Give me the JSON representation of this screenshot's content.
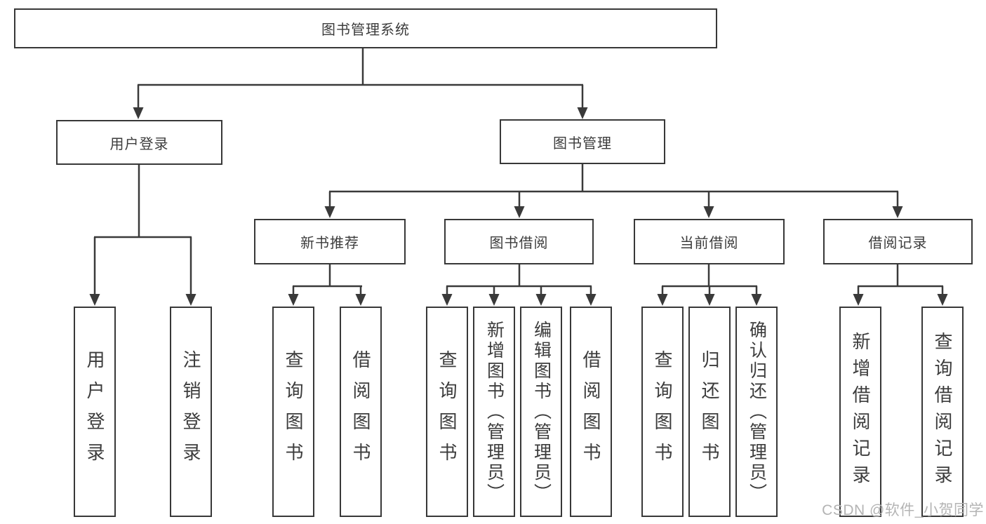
{
  "diagram": {
    "type": "hierarchy-tree",
    "line_color": "#3a3a3a",
    "tree": {
      "label": "图书管理系统",
      "children": [
        {
          "label": "用户登录",
          "children": [
            {
              "label": "用户登录"
            },
            {
              "label": "注销登录"
            }
          ]
        },
        {
          "label": "图书管理",
          "children": [
            {
              "label": "新书推荐",
              "children": [
                {
                  "label": "查询图书"
                },
                {
                  "label": "借阅图书"
                }
              ]
            },
            {
              "label": "图书借阅",
              "children": [
                {
                  "label": "查询图书"
                },
                {
                  "label": "新增图书（管理员）"
                },
                {
                  "label": "编辑图书（管理员）"
                },
                {
                  "label": "借阅图书"
                }
              ]
            },
            {
              "label": "当前借阅",
              "children": [
                {
                  "label": "查询图书"
                },
                {
                  "label": "归还图书"
                },
                {
                  "label": "确认归还（管理员）"
                }
              ]
            },
            {
              "label": "借阅记录",
              "children": [
                {
                  "label": "新增借阅记录"
                },
                {
                  "label": "查询借阅记录"
                }
              ]
            }
          ]
        }
      ]
    }
  },
  "watermark": {
    "text": "CSDN @软件_小贺同学",
    "color": "#b4b4b4"
  }
}
